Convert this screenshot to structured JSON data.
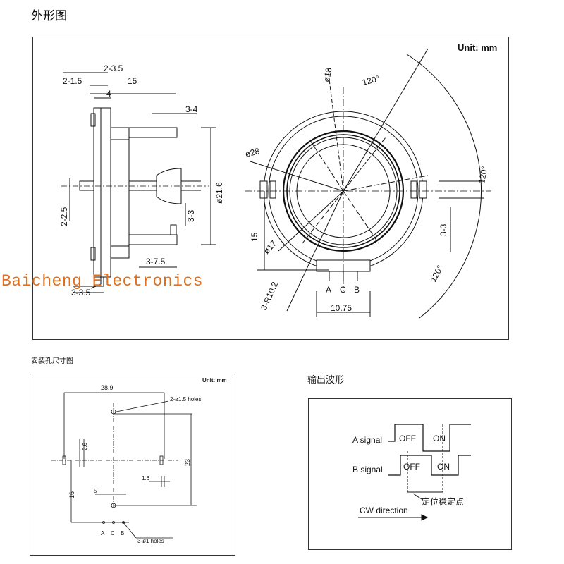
{
  "headings": {
    "outline": "外形图",
    "mounting": "安装孔尺寸图",
    "waveform": "输出波形"
  },
  "main_drawing": {
    "unit": "Unit: mm",
    "side_view": {
      "dim_2_3_5": "2-3.5",
      "dim_2_1_5": "2-1.5",
      "dim_15_top": "15",
      "dim_4": "4",
      "dim_3_4": "3-4",
      "dim_phi21_6": "ø21.6",
      "dim_2_2_5": "2-2.5",
      "dim_3_3": "3-3",
      "dim_3_7_5": "3-7.5",
      "dim_3_3_5": "3-3.5"
    },
    "front_view": {
      "dim_phi18": "ø18",
      "angle_top": "120°",
      "angle_right": "120°",
      "angle_bottom": "120°",
      "dim_phi28": "ø28",
      "dim_15": "15",
      "dim_phi17": "ø17",
      "dim_3_r10_2": "3-R10.2",
      "dim_3_3": "3-3",
      "pin_a": "A",
      "pin_c": "C",
      "pin_b": "B",
      "dim_10_75": "10.75"
    }
  },
  "mounting_drawing": {
    "unit": "Unit: mm",
    "dim_28_9": "28.9",
    "holes_1_5": "2-ø1.5 holes",
    "dim_2_6": "2.6",
    "dim_23": "23",
    "dim_1_6": "1.6",
    "dim_5": "5",
    "dim_16": "16",
    "pin_a": "A",
    "pin_c": "C",
    "pin_b": "B",
    "holes_1": "3-ø1 holes"
  },
  "waveform": {
    "a_signal": "A signal",
    "b_signal": "B signal",
    "a_off": "OFF",
    "a_on": "ON",
    "b_off": "OFF",
    "b_on": "ON",
    "detent": "定位稳定点",
    "cw_direction": "CW direction"
  },
  "watermark": "Baicheng Electronics"
}
